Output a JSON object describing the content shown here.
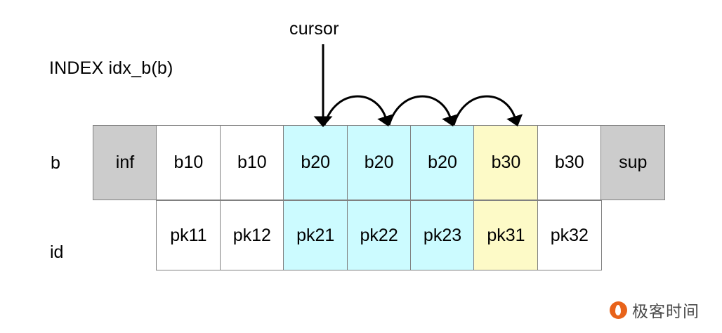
{
  "diagram": {
    "title_label": "INDEX idx_b(b)",
    "cursor_label": "cursor",
    "rows": [
      {
        "name": "b",
        "label": "b",
        "cells": [
          {
            "text": "inf",
            "fill": "gray",
            "fill_hex": "#cccccc"
          },
          {
            "text": "b10",
            "fill": "white",
            "fill_hex": "#ffffff"
          },
          {
            "text": "b10",
            "fill": "white",
            "fill_hex": "#ffffff"
          },
          {
            "text": "b20",
            "fill": "cyan",
            "fill_hex": "#ccfbff"
          },
          {
            "text": "b20",
            "fill": "cyan",
            "fill_hex": "#ccfbff"
          },
          {
            "text": "b20",
            "fill": "cyan",
            "fill_hex": "#ccfbff"
          },
          {
            "text": "b30",
            "fill": "yellow",
            "fill_hex": "#fdfac7"
          },
          {
            "text": "b30",
            "fill": "white",
            "fill_hex": "#ffffff"
          },
          {
            "text": "sup",
            "fill": "gray",
            "fill_hex": "#cccccc"
          }
        ]
      },
      {
        "name": "id",
        "label": "id",
        "cells": [
          {
            "text": "",
            "fill": "spacer",
            "fill_hex": "#ffffff"
          },
          {
            "text": "pk11",
            "fill": "white",
            "fill_hex": "#ffffff"
          },
          {
            "text": "pk12",
            "fill": "white",
            "fill_hex": "#ffffff"
          },
          {
            "text": "pk21",
            "fill": "cyan",
            "fill_hex": "#ccfbff"
          },
          {
            "text": "pk22",
            "fill": "cyan",
            "fill_hex": "#ccfbff"
          },
          {
            "text": "pk23",
            "fill": "cyan",
            "fill_hex": "#ccfbff"
          },
          {
            "text": "pk31",
            "fill": "yellow",
            "fill_hex": "#fdfac7"
          },
          {
            "text": "pk32",
            "fill": "white",
            "fill_hex": "#ffffff"
          },
          {
            "text": "",
            "fill": "spacer",
            "fill_hex": "#ffffff"
          }
        ]
      }
    ],
    "arrows": {
      "cursor_pointer": {
        "kind": "straight-down-arrow",
        "target_cell_text": "b20"
      },
      "hops": [
        {
          "kind": "curved-arrow",
          "from_cell_text": "b20",
          "to_cell_text": "b20"
        },
        {
          "kind": "curved-arrow",
          "from_cell_text": "b20",
          "to_cell_text": "b20"
        },
        {
          "kind": "curved-arrow",
          "from_cell_text": "b20",
          "to_cell_text": "b30"
        }
      ],
      "stroke_hex": "#000000"
    },
    "colors": {
      "border": "#808080",
      "gray_fill": "#cccccc",
      "cyan_fill": "#ccfbff",
      "yellow_fill": "#fdfac7",
      "brand_orange": "#e8631a",
      "brand_text": "#4c4c4c"
    }
  },
  "brand": {
    "name": "极客时间",
    "mark": "geektime-logo-icon"
  }
}
